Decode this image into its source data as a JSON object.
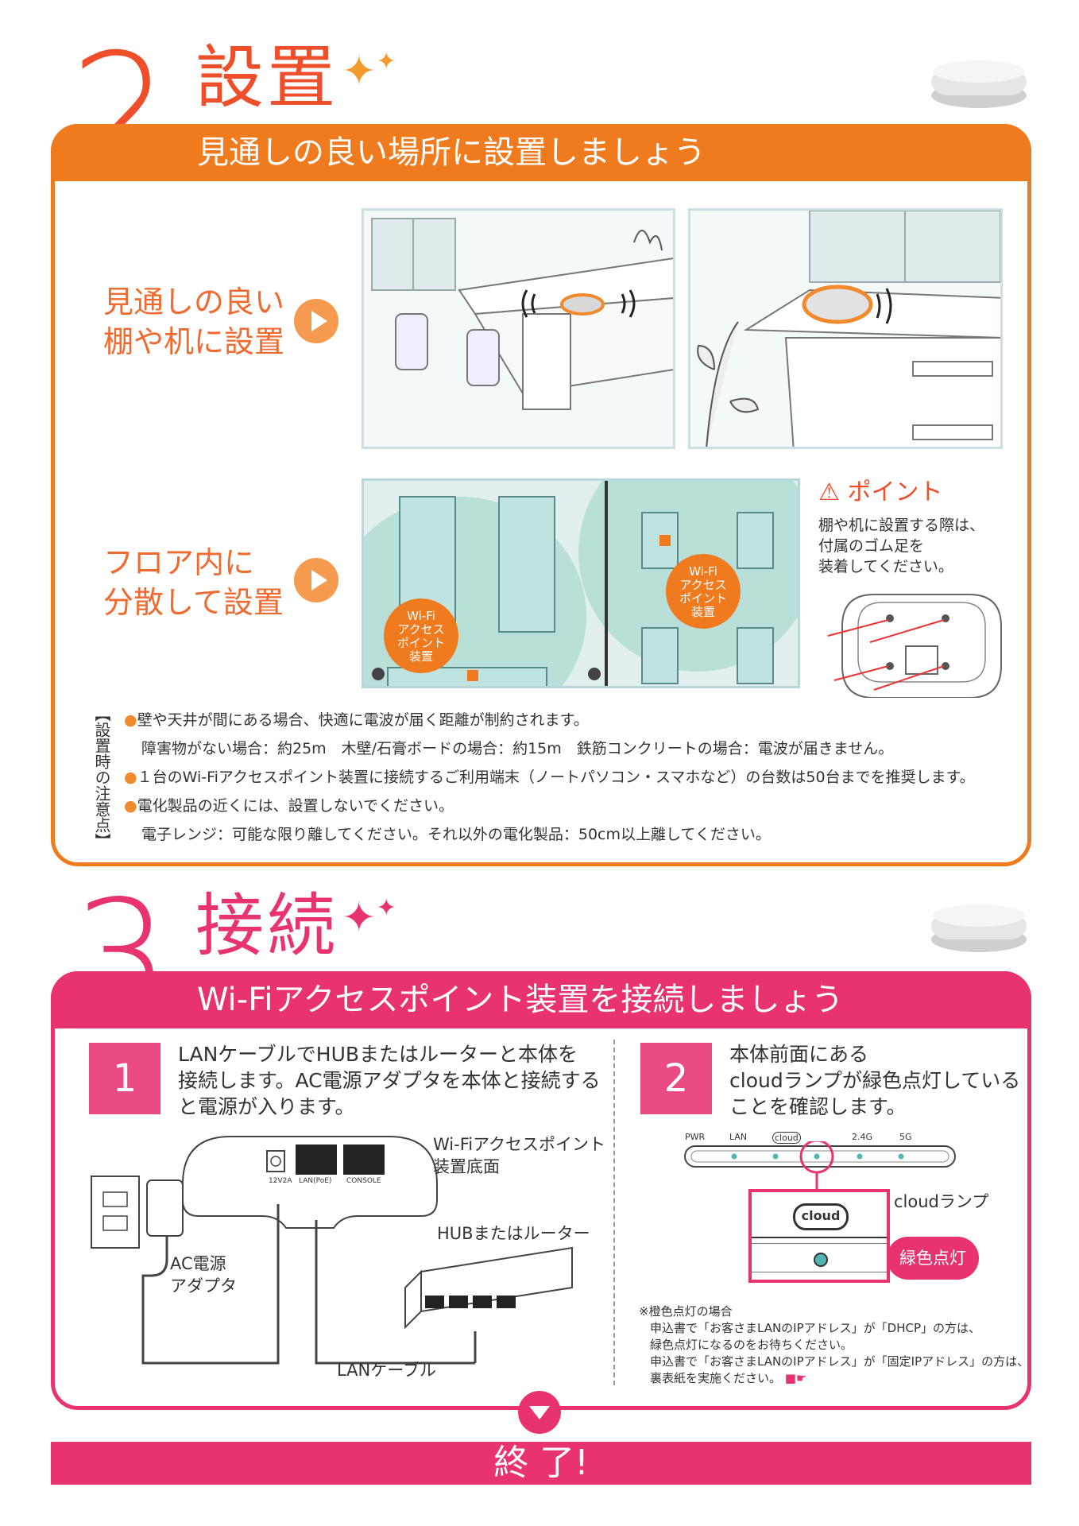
{
  "section2": {
    "number": "2",
    "title": "設置",
    "subtitle": "見通しの良い場所に設置しましょう",
    "label1_line1": "見通しの良い",
    "label1_line2": "棚や机に設置",
    "label2_line1": "フロア内に",
    "label2_line2": "分散して設置",
    "wifi_label": [
      "Wi-Fi",
      "アクセス",
      "ポイント",
      "装置"
    ],
    "point_heading": "ポイント",
    "point_text": [
      "棚や机に設置する際は、",
      "付属のゴム足を",
      "装着してください。"
    ],
    "notes_side_label": "【設置時の注意点】",
    "notes": [
      "壁や天井が間にある場合、快適に電波が届く距離が制約されます。",
      "障害物がない場合：約25m　木壁/石膏ボードの場合：約15m　鉄筋コンクリートの場合：電波が届きません。",
      "１台のWi-Fiアクセスポイント装置に接続するご利用端末（ノートパソコン・スマホなど）の台数は50台までを推奨します。",
      "電化製品の近くには、設置しないでください。",
      "電子レンジ：可能な限り離してください。それ以外の電化製品：50cm以上離してください。"
    ]
  },
  "section3": {
    "number": "3",
    "title": "接続",
    "subtitle": "Wi-Fiアクセスポイント装置を接続しましょう",
    "step1_num": "1",
    "step1_text": [
      "LANケーブルでHUBまたはルーターと本体を",
      "接続します。AC電源アダプタを本体と接続する",
      "と電源が入ります。"
    ],
    "step2_num": "2",
    "step2_text": [
      "本体前面にある",
      "cloudランプが緑色点灯している",
      "ことを確認します。"
    ],
    "device_bottom_label": [
      "Wi-Fiアクセスポイント",
      "装置底面"
    ],
    "port_labels": [
      "12V2A",
      "LAN(PoE)",
      "CONSOLE"
    ],
    "ac_adapter_label": [
      "AC電源",
      "アダプタ"
    ],
    "hub_label": "HUBまたはルーター",
    "lan_cable_label": "LANケーブル",
    "led_labels": [
      "PWR",
      "LAN",
      "cloud",
      "2.4G",
      "5G"
    ],
    "cloud_lamp_label": "cloudランプ",
    "green_label": "緑色点灯",
    "footnote": [
      "※橙色点灯の場合",
      "申込書で「お客さまLANのIPアドレス」が「DHCP」の方は、",
      "緑色点灯になるのをお待ちください。",
      "申込書で「お客さまLANのIPアドレス」が「固定IPアドレス」の方は、",
      "裏表紙を実施ください。"
    ]
  },
  "end_label": "終 了!",
  "colors": {
    "orange": "#f07a1e",
    "pink": "#e8336f",
    "light_pink": "#ea4b84",
    "led_teal": "#4fb6b2"
  }
}
